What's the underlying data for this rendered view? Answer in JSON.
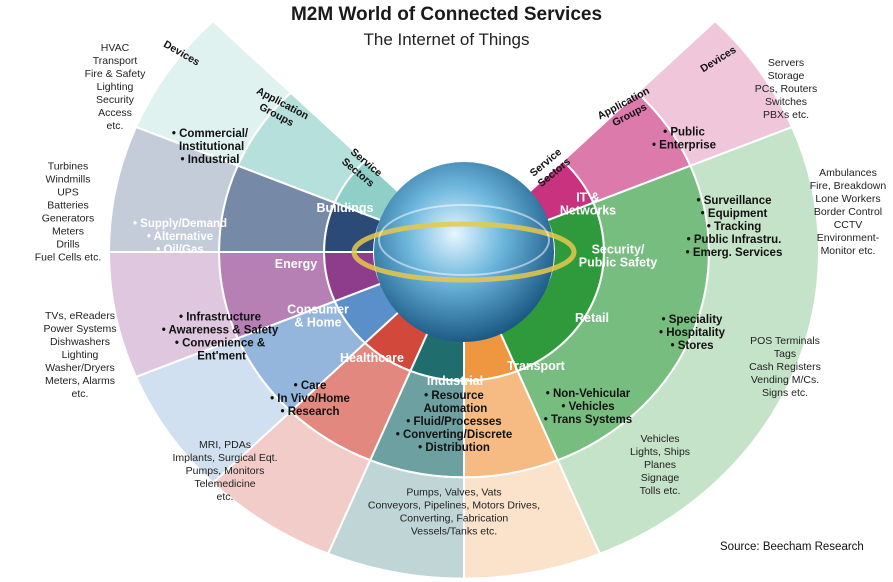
{
  "title": "M2M World of Connected Services",
  "subtitle": "The Internet of Things",
  "source": "Source: Beecham Research",
  "ring_labels": {
    "devices": "Devices",
    "application_groups_line1": "Application",
    "application_groups_line2": "Groups",
    "service_sectors_line1": "Service",
    "service_sectors_line2": "Sectors"
  },
  "sectors": [
    {
      "id": "buildings",
      "name": [
        "Buildings"
      ],
      "color": "#8fcfc7",
      "apps": [
        "• Commercial/",
        "  Institutional",
        "",
        "• Industrial"
      ],
      "devices": [
        "HVAC",
        "Transport",
        "Fire & Safety",
        "Lighting",
        "Security",
        "Access",
        "etc."
      ]
    },
    {
      "id": "energy",
      "name": [
        "Energy"
      ],
      "color": "#2c4a78",
      "apps": [
        "• Supply/Demand",
        "",
        "• Alternative",
        "",
        "• Oil/Gas"
      ],
      "devices": [
        "Turbines",
        "Windmills",
        "UPS",
        "Batteries",
        "Generators",
        "Meters",
        "Drills",
        "Fuel Cells etc."
      ]
    },
    {
      "id": "consumer",
      "name": [
        "Consumer",
        "& Home"
      ],
      "color": "#8e3c8c",
      "apps": [
        "• Infrastructure",
        "• Awareness & Safety",
        "• Convenience &",
        "   Ent'ment"
      ],
      "devices": [
        "TVs, eReaders",
        "Power Systems",
        "Dishwashers",
        "Lighting",
        "Washer/Dryers",
        "Meters, Alarms",
        "etc."
      ]
    },
    {
      "id": "healthcare",
      "name": [
        "Healthcare"
      ],
      "color": "#5b8fc9",
      "apps": [
        "• Care",
        "• In Vivo/Home",
        "• Research"
      ],
      "devices": [
        "MRI, PDAs",
        "Implants, Surgical Eqt.",
        "Pumps, Monitors",
        "Telemedicine",
        "etc."
      ]
    },
    {
      "id": "industrial",
      "name": [
        "Industrial"
      ],
      "color": "#d2483a",
      "apps": [
        "• Resource",
        "  Automation",
        "• Fluid/Processes",
        "• Converting/Discrete",
        "• Distribution"
      ],
      "devices": [
        "Pumps, Valves, Vats",
        "Conveyors, Pipelines, Motors Drives,",
        "Converting, Fabrication",
        "Vessels/Tanks etc."
      ]
    },
    {
      "id": "transport",
      "name": [
        "Transport"
      ],
      "color": "#1f6d6d",
      "apps": [
        "• Non-Vehicular",
        "• Vehicles",
        "• Trans Systems"
      ],
      "devices": [
        "Vehicles",
        "Lights, Ships",
        "Planes",
        "Signage",
        "Tolls etc."
      ]
    },
    {
      "id": "retail",
      "name": [
        "Retail"
      ],
      "color": "#ef9640",
      "apps": [
        "• Speciality",
        "• Hospitality",
        "• Stores"
      ],
      "devices": [
        "POS Terminals",
        "Tags",
        "Cash Registers",
        "Vending M/Cs.",
        "Signs etc."
      ]
    },
    {
      "id": "security",
      "name": [
        "Security/",
        "Public Safety"
      ],
      "color": "#2f9a3c",
      "apps": [
        "• Surveillance",
        "• Equipment",
        "• Tracking",
        "• Public Infrastru.",
        "• Emerg. Services"
      ],
      "devices": [
        "Ambulances",
        "Fire, Breakdown",
        "Lone Workers",
        "Border Control",
        "CCTV",
        "Environment-",
        "Monitor etc."
      ]
    },
    {
      "id": "it",
      "name": [
        "IT &",
        "Networks"
      ],
      "color": "#c8327e",
      "apps": [
        "• Public",
        "",
        "• Enterprise"
      ],
      "devices": [
        "Servers",
        "Storage",
        "PCs, Routers",
        "Switches",
        "PBXs etc."
      ]
    }
  ]
}
